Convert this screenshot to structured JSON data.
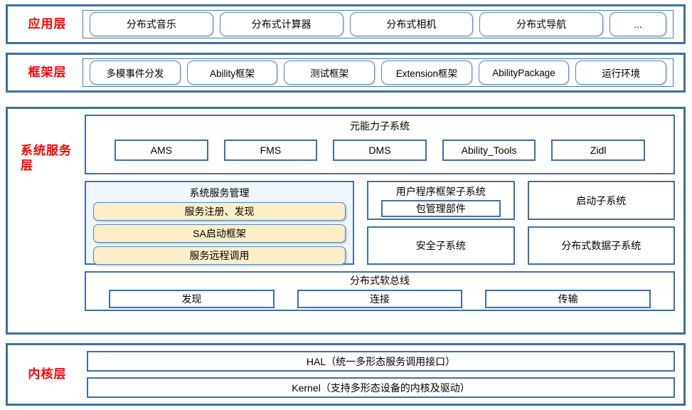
{
  "diagram": {
    "title": "OpenHarmony-style layered system architecture",
    "colors": {
      "frame_border": "#3f6fa6",
      "label_text": "#ff0000",
      "highlight_fill": "#fcefc8",
      "panel_fill": "#f0f6fc",
      "background": "#ffffff"
    }
  },
  "layers": [
    {
      "id": "application",
      "label": "应用层",
      "items": [
        {
          "label": "分布式音乐"
        },
        {
          "label": "分布式计算器"
        },
        {
          "label": "分布式相机"
        },
        {
          "label": "分布式导航"
        },
        {
          "label": "..."
        }
      ]
    },
    {
      "id": "framework",
      "label": "框架层",
      "items": [
        {
          "label": "多模事件分发"
        },
        {
          "label": "Ability框架"
        },
        {
          "label": "测试框架"
        },
        {
          "label": "Extension框架"
        },
        {
          "label": "AbilityPackage"
        },
        {
          "label": "运行环境"
        }
      ]
    },
    {
      "id": "system-service",
      "label": "系统服务层",
      "meta_ability": {
        "title": "元能力子系统",
        "items": [
          {
            "label": "AMS"
          },
          {
            "label": "FMS"
          },
          {
            "label": "DMS"
          },
          {
            "label": "Ability_Tools"
          },
          {
            "label": "Zidl"
          }
        ]
      },
      "system_service_mgmt": {
        "title": "系统服务管理",
        "items": [
          {
            "label": "服务注册、发现"
          },
          {
            "label": "SA启动框架"
          },
          {
            "label": "服务远程调用"
          }
        ]
      },
      "user_app_framework": {
        "title": "用户程序框架子系统",
        "child": {
          "label": "包管理部件"
        }
      },
      "security_subsystem": {
        "label": "安全子系统"
      },
      "startup_subsystem": {
        "label": "启动子系统"
      },
      "distributed_data_subsystem": {
        "label": "分布式数据子系统"
      },
      "soft_bus": {
        "title": "分布式软总线",
        "items": [
          {
            "label": "发现"
          },
          {
            "label": "连接"
          },
          {
            "label": "传输"
          }
        ]
      }
    },
    {
      "id": "kernel",
      "label": "内核层",
      "items": [
        {
          "label": "HAL（统一多形态服务调用接口）"
        },
        {
          "label": "Kernel（支持多形态设备的内核及驱动）"
        }
      ]
    }
  ]
}
